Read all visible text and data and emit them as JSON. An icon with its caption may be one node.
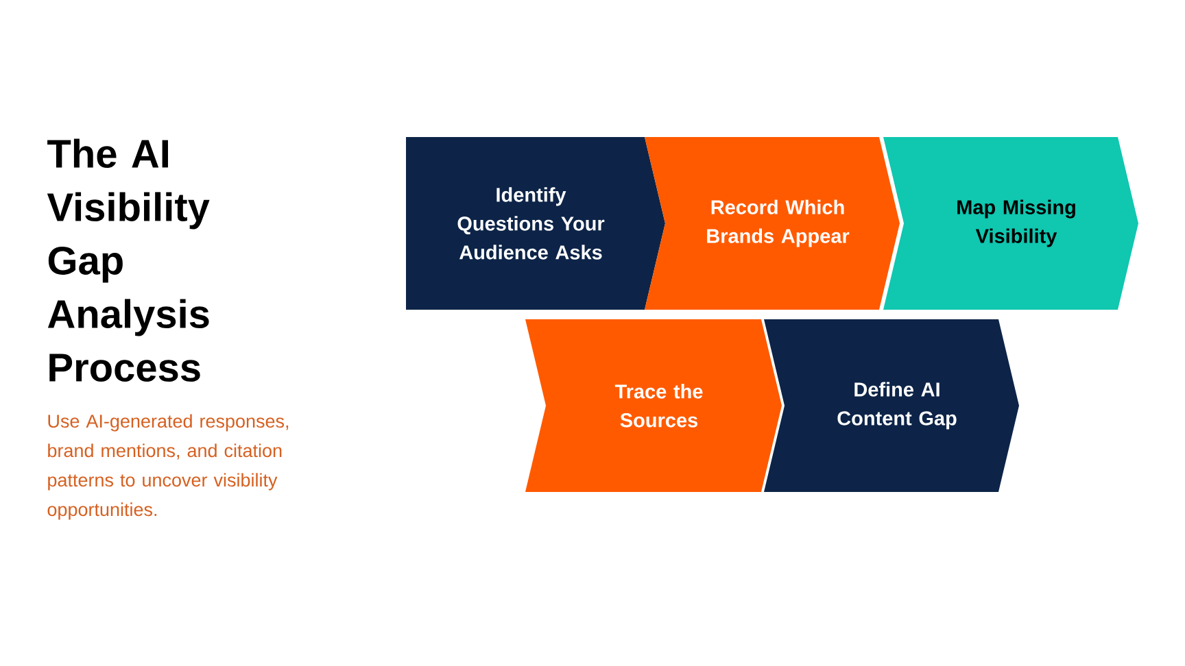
{
  "diagram": {
    "title": "The AI Visibility Gap Analysis Process",
    "nodes": [
      {
        "text": [
          "Identify Questions Your Audience Asks"
        ]
      },
      {
        "text": [
          "Record Which Brands Appear"
        ]
      },
      {
        "text": [
          "Map Missing Visibility"
        ]
      },
      {
        "text": [
          "Trace the Sources"
        ]
      },
      {
        "text": [
          "Define AI Content Gap"
        ]
      }
    ],
    "labels": [
      "Use AI-generated responses, brand mentions, and citation patterns to uncover visibility opportunities."
    ]
  }
}
